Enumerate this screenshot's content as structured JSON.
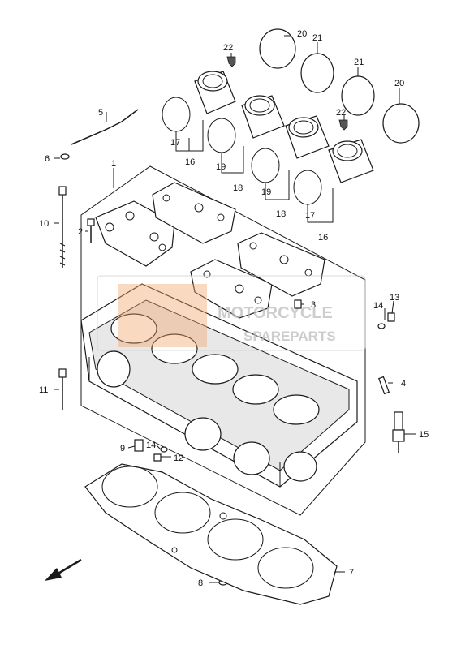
{
  "watermark": {
    "line1": "MOTORCYCLE",
    "line2": "SPAREPARTS"
  },
  "callouts": {
    "c1": "1",
    "c2": "2",
    "c3": "3",
    "c4": "4",
    "c5": "5",
    "c6": "6",
    "c7": "7",
    "c8": "8",
    "c9": "9",
    "c10": "10",
    "c11": "11",
    "c12": "12",
    "c13": "13",
    "c14a": "14",
    "c14b": "14",
    "c15": "15",
    "c16a": "16",
    "c16b": "16",
    "c17a": "17",
    "c17b": "17",
    "c18a": "18",
    "c18b": "18",
    "c19a": "19",
    "c19b": "19",
    "c20a": "20",
    "c20b": "20",
    "c21a": "21",
    "c21b": "21",
    "c22a": "22",
    "c22b": "22"
  },
  "colors": {
    "line": "#1a1a1a",
    "watermark_gray": "#bdbdbd",
    "watermark_orange": "#f2a46a"
  },
  "icons": {
    "direction": "front-arrow-icon"
  }
}
